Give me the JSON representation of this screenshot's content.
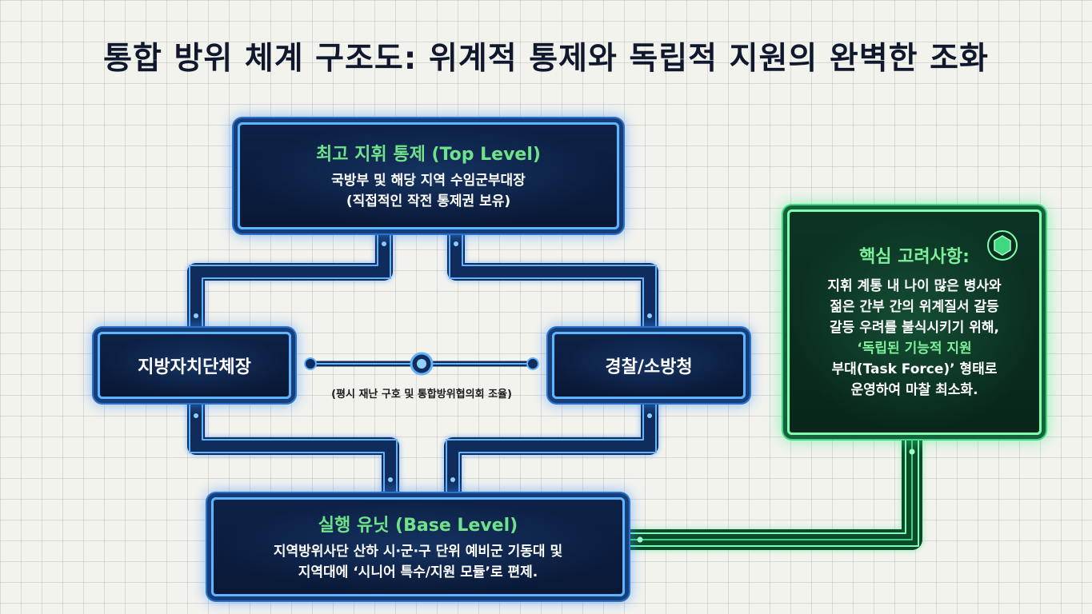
{
  "title": "통합 방위 체계 구조도: 위계적 통제와 독립적 지원의 완벽한 조화",
  "top_box": {
    "heading": "최고 지휘 통제 (Top Level)",
    "line1": "국방부 및 해당 지역 수임군부대장",
    "line2": "(직접적인 작전 통제권 보유)"
  },
  "left_box": {
    "label": "지방자치단체장"
  },
  "right_box": {
    "label": "경찰/소방청"
  },
  "middle_caption": "(평시 재난 구호 및 통합방위협의회 조율)",
  "base_box": {
    "heading": "실행 유닛 (Base Level)",
    "line1": "지역방위사단 산하 시·군·구 단위 예비군 기동대 및",
    "line2": "지역대에 ‘시니어 특수/지원 모듈’로 편제."
  },
  "side_box": {
    "heading": "핵심 고려사항:",
    "line1": "지휘 계통 내 나이 많은 병사와",
    "line2": "젊은 간부 간의 위계질서 갈등",
    "line3": "갈등 우려를 불식시키기 위해,",
    "line4": "‘독립된 기능적 지원",
    "line5": "부대(Task Force)’ 형태로",
    "line6": "운영하여 마찰 최소화.",
    "icon": "hexagon-icon"
  },
  "colors": {
    "blue_glow": "#4096ff",
    "green_glow": "#46f08c",
    "heading_green": "#6fe38a",
    "title_dark": "#10182e"
  }
}
